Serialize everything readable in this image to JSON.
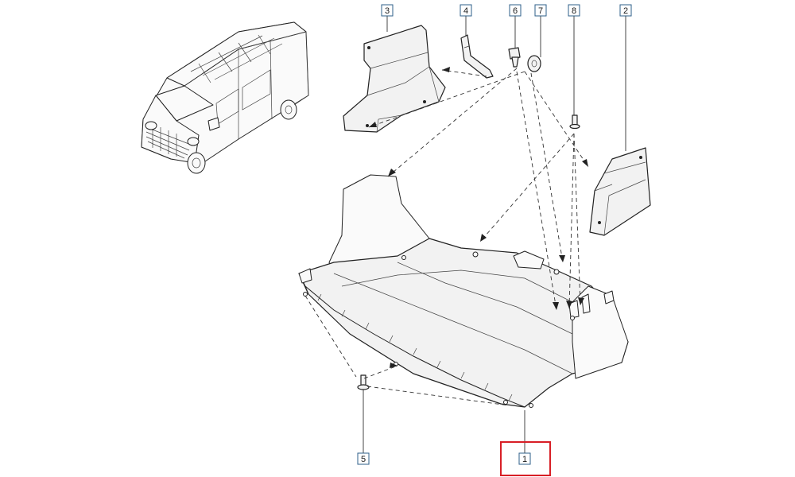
{
  "callouts": [
    "1",
    "2",
    "3",
    "4",
    "5",
    "6",
    "7",
    "8"
  ],
  "colors": {
    "callout_border": "#2d5f8a",
    "highlight": "#d81f26",
    "line": "#222222"
  },
  "highlighted_callout": "1"
}
